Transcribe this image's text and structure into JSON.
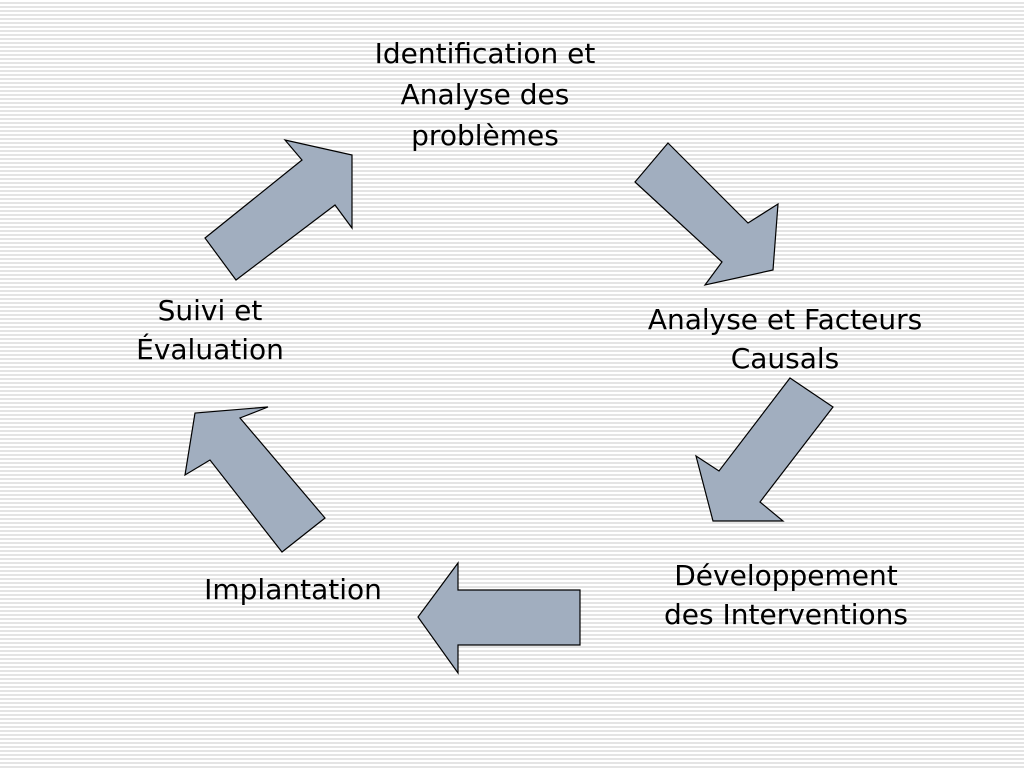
{
  "diagram": {
    "stages": [
      {
        "lines": [
          "Identification et",
          "Analyse des",
          "problèmes"
        ]
      },
      {
        "lines": [
          "Analyse et Facteurs",
          "Causals"
        ]
      },
      {
        "lines": [
          "Développement",
          "des Interventions"
        ]
      },
      {
        "lines": [
          "Implantation"
        ]
      },
      {
        "lines": [
          "Suivi et",
          "Évaluation"
        ]
      }
    ]
  },
  "colors": {
    "background": "#ffffff",
    "stripe": "#e4e4e4",
    "arrow_fill": "#a1aebf",
    "arrow_stroke": "#000000",
    "text": "#000000"
  }
}
